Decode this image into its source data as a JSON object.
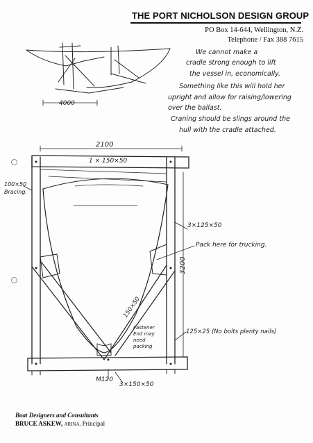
{
  "letterhead": {
    "company": "THE PORT NICHOLSON DESIGN GROUP",
    "address": "PO Box 14-644, Wellington, N.Z.",
    "phone": "Telephone / Fax 388 7615"
  },
  "notes": [
    "We cannot make a",
    "cradle strong enough to lift",
    "the vessel in, economically.",
    "Something like this will hold her",
    "upright and allow for raising/lowering",
    "over the ballast.",
    "Craning should be slings around the",
    "hull with the cradle attached."
  ],
  "drawing_labels": {
    "upper_dimension": "4000",
    "width": "2100",
    "top_beam": "1 × 150×50",
    "bracing": "100×50\nBracing.",
    "side_post": "3×125×50",
    "pack_note": "Pack here for trucking.",
    "height": "3200",
    "diagonal": "150×50",
    "fastener_note": "Fastener\nEnd may\nneed\npacking",
    "bottom_bolt": "125×25 (No bolts plenty nails)",
    "bolt": "M120",
    "bottom_member": "3×150×50"
  },
  "footer": {
    "tagline": "Boat Designers and Consultants",
    "name": "BRUCE ASKEW,",
    "credential": "ARINA,",
    "role": "Principal"
  }
}
